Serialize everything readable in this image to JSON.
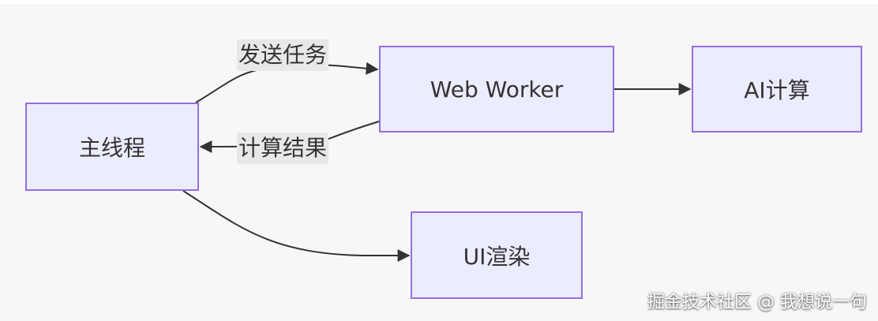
{
  "nodes": {
    "main_thread": "主线程",
    "web_worker": "Web Worker",
    "ai_compute": "AI计算",
    "ui_render": "UI渲染"
  },
  "edges": {
    "send_task": "发送任务",
    "compute_result": "计算结果"
  },
  "watermark": "掘金技术社区 @ 我想说一句",
  "colors": {
    "node_fill": "#ececff",
    "node_border": "#9370db",
    "edge_stroke": "#333333",
    "label_background": "#e8e8e8"
  }
}
